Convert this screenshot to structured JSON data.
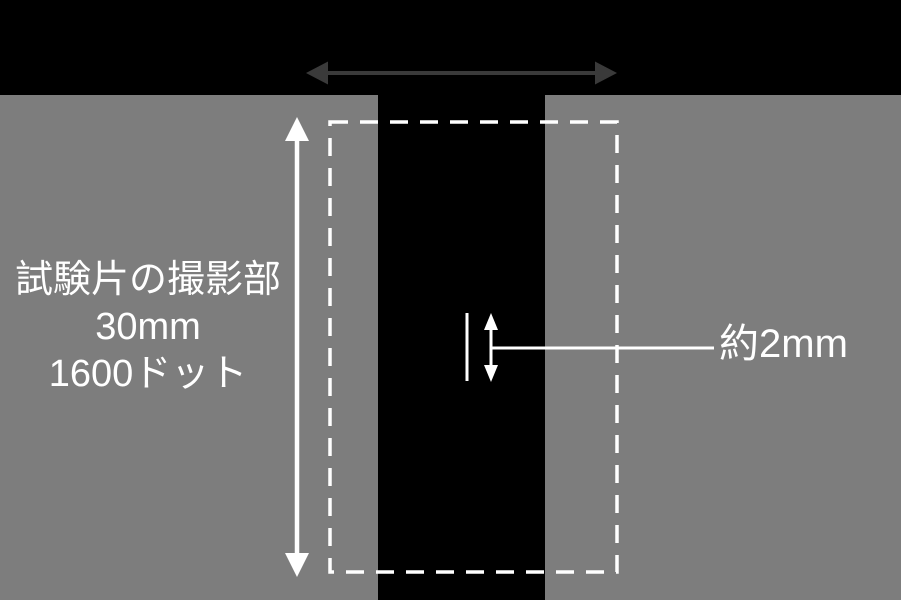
{
  "diagram": {
    "left_label": {
      "line1": "試験片の撮影部",
      "line2": "30mm",
      "line3": "1600ドット"
    },
    "measurement_label": "約2mm",
    "colors": {
      "background_gray": "#7d7d7d",
      "black": "#000000",
      "width_arrow_gray": "#3a3a3a",
      "annotation_white": "#ffffff"
    }
  }
}
